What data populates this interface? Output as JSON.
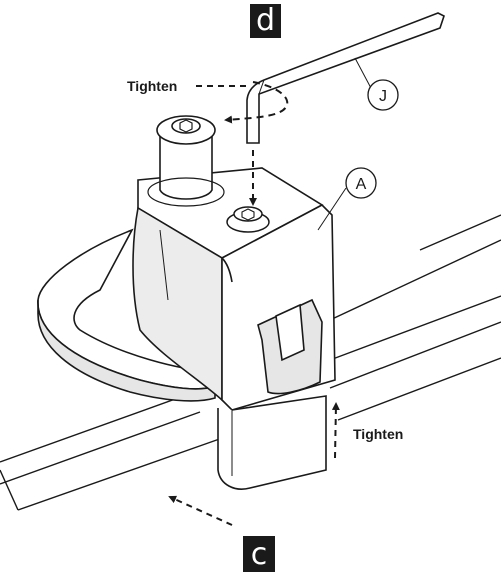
{
  "steps": {
    "top": "d",
    "bottom": "c"
  },
  "callouts": {
    "tighten_top": "Tighten",
    "tighten_right": "Tighten"
  },
  "parts": {
    "allen_key": "J",
    "clamp": "A"
  },
  "icons": [
    "allen-key-icon",
    "bolt-icon",
    "rotation-arrow-icon",
    "direction-arrow-icon"
  ],
  "colors": {
    "line": "#1a1a1a",
    "fill": "#ffffff",
    "shade": "#e6e6e6",
    "badge": "#1a1a1a"
  }
}
